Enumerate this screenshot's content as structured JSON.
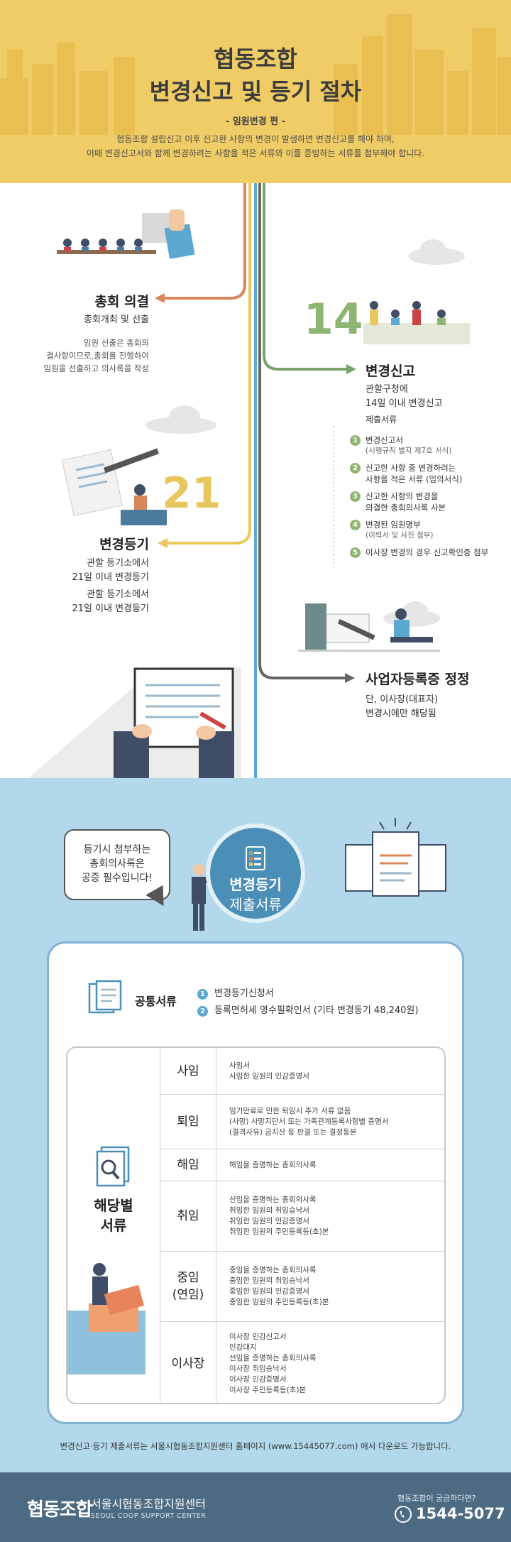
{
  "header": {
    "title_line1": "협동조합",
    "title_line2": "변경신고 및 등기 절차",
    "subtitle": "- 임원변경 편 -",
    "desc_line1": "협동조합 설립신고 이후 신고한 사항의 변경이 발생하면 변경신고를 해야 하며,",
    "desc_line2": "이때 변경신고서와 함께 변경하려는 사항을 적은 서류와 이를 증빙하는 서류를 첨부해야 합니다."
  },
  "steps": {
    "general_meeting": {
      "title": "총회 의결",
      "sub": "총회개최 및 선출",
      "note_line1": "임원 선출은 총회의",
      "note_line2": "결사항이므로,총회를 진행하여",
      "note_line3": "임원을 선출하고 의사록을 작성"
    },
    "change_report": {
      "number": "14",
      "title": "변경신고",
      "sub_line1": "관할구청에",
      "sub_line2": "14일 이내 변경신고",
      "docs_label": "제출서류",
      "docs": [
        {
          "n": "1",
          "text": "변경신고서",
          "sub": "(시행규칙 별지 제7호 서식)"
        },
        {
          "n": "2",
          "text": "신고한 사항 중 변경하려는",
          "text2": "사항을 적은 서류 (임의서식)"
        },
        {
          "n": "3",
          "text": "신고한 사항의 변경을",
          "text2": "의결한 총회의사록 사본"
        },
        {
          "n": "4",
          "text": "변경된 임원명부",
          "sub": "(이력서 및 사진 첨부)"
        },
        {
          "n": "5",
          "text": "이사장 변경의 경우 신고확인증 첨부"
        }
      ]
    },
    "registration": {
      "number": "21",
      "title": "변경등기",
      "sub_line1": "관할 등기소에서",
      "sub_line2": "21일 이내 변경등기",
      "sub_line3": "관할 등기소에서",
      "sub_line4": "21일 이내 변경등기"
    },
    "business_cert": {
      "title": "사업자등록증 정정",
      "sub_line1": "단, 이사장(대표자)",
      "sub_line2": "변경시에만 해당됨"
    }
  },
  "blue_section": {
    "bubble_line1": "등기시 첨부하는",
    "bubble_line2": "총회의사록은",
    "bubble_line3": "공증 필수입니다!",
    "circle_line1": "변경등기",
    "circle_line2": "제출서류",
    "common_title": "공통서류",
    "common_docs": [
      {
        "n": "1",
        "text": "변경등기신청서"
      },
      {
        "n": "2",
        "text": "등록면허세 영수필확인서 (기타 변경등기 48,240원)"
      }
    ],
    "table_title_line1": "해당별",
    "table_title_line2": "서류",
    "rows": [
      {
        "key": "사임",
        "values": [
          "사임서",
          "사임한 임원의 인감증명서"
        ]
      },
      {
        "key": "퇴임",
        "values": [
          "임기만료로 인한 퇴임시 추가 서류 없음",
          "(사망) 사망지단서 또는 가족관계등록사항별 증명서",
          "(결격사유) 금치산 등 판결 또는 결정등본"
        ]
      },
      {
        "key": "해임",
        "values": [
          "해임을 증명하는 총회의사록"
        ]
      },
      {
        "key": "취임",
        "values": [
          "선임을 증명하는 총회의사록",
          "취임한 임원의 취임승낙서",
          "취임한 임원의 인감증명서",
          "취임한 임원의 주민등록등(초)본"
        ]
      },
      {
        "key": "중임",
        "key2": "(연임)",
        "values": [
          "중임을 증명하는 총회의사록",
          "중임한 임원의 취임승낙서",
          "중임한 임원의 인감증명서",
          "중임한 임원의 주민등록등(초)본"
        ]
      },
      {
        "key": "이사장",
        "values": [
          "이사장 인감신고서",
          "인감대지",
          "선임을 증명하는 총회의사록",
          "이사장 취임승낙서",
          "이사장 인감증명서",
          "이사장 주민등록등(초)본"
        ]
      }
    ],
    "footnote": "변경신고·등기 제출서류는 서울시협동조합지원센터 홈페이지 (www.15445077.com) 에서 다운로드 가능합니다."
  },
  "footer": {
    "logo": "협동조합",
    "org_name": "서울시협동조합지원센터",
    "org_eng": "SEOUL COOP SUPPORT CENTER",
    "question": "협동조합이 궁금하다면?",
    "phone": "1544-5077"
  },
  "colors": {
    "header_bg": "#f0cc66",
    "orange_line": "#d9875a",
    "green_line": "#7aa36a",
    "yellow_line": "#e8c75e",
    "blue_line": "#5ba8d0",
    "blue_bg": "#b3d8ec",
    "footer_bg": "#4c6a82"
  }
}
